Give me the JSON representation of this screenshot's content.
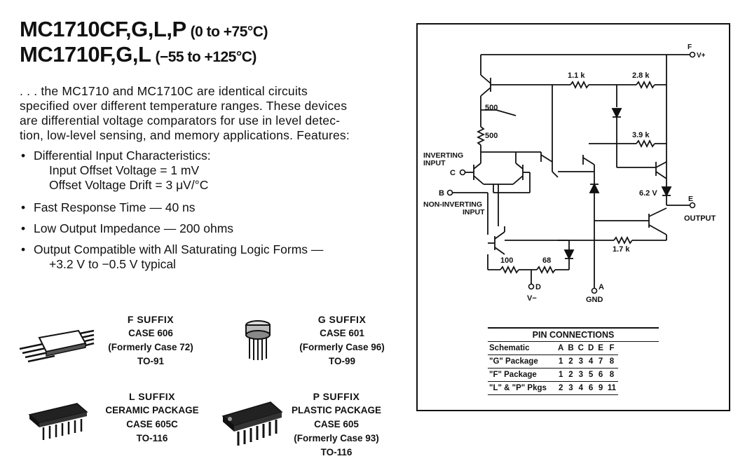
{
  "header": {
    "title1": "MC1710CF,G,L,P",
    "range1": "(0 to +75°C)",
    "title2": "MC1710F,G,L",
    "range2": "(−55 to +125°C)"
  },
  "intro_lines": [
    ". . . the MC1710 and MC1710C are identical circuits",
    "specified over different temperature ranges. These devices",
    "are differential voltage comparators for use in level detec-",
    "tion, low-level sensing, and memory applications. Features:"
  ],
  "features": [
    {
      "bullet": "•",
      "text": "Differential Input Characteristics:",
      "sub": [
        "Input Offset Voltage = 1 mV",
        "Offset Voltage Drift = 3 μV/°C"
      ]
    },
    {
      "bullet": "•",
      "text": "Fast Response Time — 40 ns",
      "sub": []
    },
    {
      "bullet": "•",
      "text": "Low Output Impedance — 200 ohms",
      "sub": []
    },
    {
      "bullet": "•",
      "text": "Output Compatible with All Saturating Logic Forms —",
      "sub": [
        "+3.2 V to −0.5 V typical"
      ]
    }
  ],
  "packages": {
    "f": {
      "suffix": "F SUFFIX",
      "lines": [
        "CASE 606",
        "(Formerly Case 72)",
        "TO-91"
      ]
    },
    "g": {
      "suffix": "G SUFFIX",
      "lines": [
        "CASE 601",
        "(Formerly Case 96)",
        "TO-99"
      ]
    },
    "l": {
      "suffix": "L SUFFIX",
      "lines": [
        "CERAMIC PACKAGE",
        "CASE 605C",
        "TO-116"
      ]
    },
    "p": {
      "suffix": "P SUFFIX",
      "lines": [
        "PLASTIC PACKAGE",
        "CASE 605",
        "(Formerly Case 93)",
        "TO-116"
      ]
    }
  },
  "schematic": {
    "labels": {
      "f_pin": "F",
      "vplus": "V+",
      "r1": "1.1 k",
      "r2": "2.8 k",
      "r500a": "500",
      "r500b": "500",
      "r39": "3.9 k",
      "inv1": "INVERTING",
      "inv2": "INPUT",
      "c_pin": "C",
      "b_pin": "B",
      "noninv1": "NON-INVERTING",
      "noninv2": "INPUT",
      "zener": "6.2 V",
      "e_pin": "E",
      "output": "OUTPUT",
      "r17": "1.7 k",
      "r100": "100",
      "r68": "68",
      "d_pin": "D",
      "vminus": "V−",
      "a_pin": "A",
      "gnd": "GND"
    }
  },
  "pin_connections": {
    "title": "PIN CONNECTIONS",
    "headers": [
      "Schematic",
      "A",
      "B",
      "C",
      "D",
      "E",
      "F"
    ],
    "rows": [
      {
        "label": "\"G\" Package",
        "values": [
          "1",
          "2",
          "3",
          "4",
          "7",
          "8"
        ]
      },
      {
        "label": "\"F\" Package",
        "values": [
          "1",
          "2",
          "3",
          "5",
          "6",
          "8"
        ]
      },
      {
        "label": "\"L\" & \"P\" Pkgs",
        "values": [
          "2",
          "3",
          "4",
          "6",
          "9",
          "11"
        ]
      }
    ]
  }
}
